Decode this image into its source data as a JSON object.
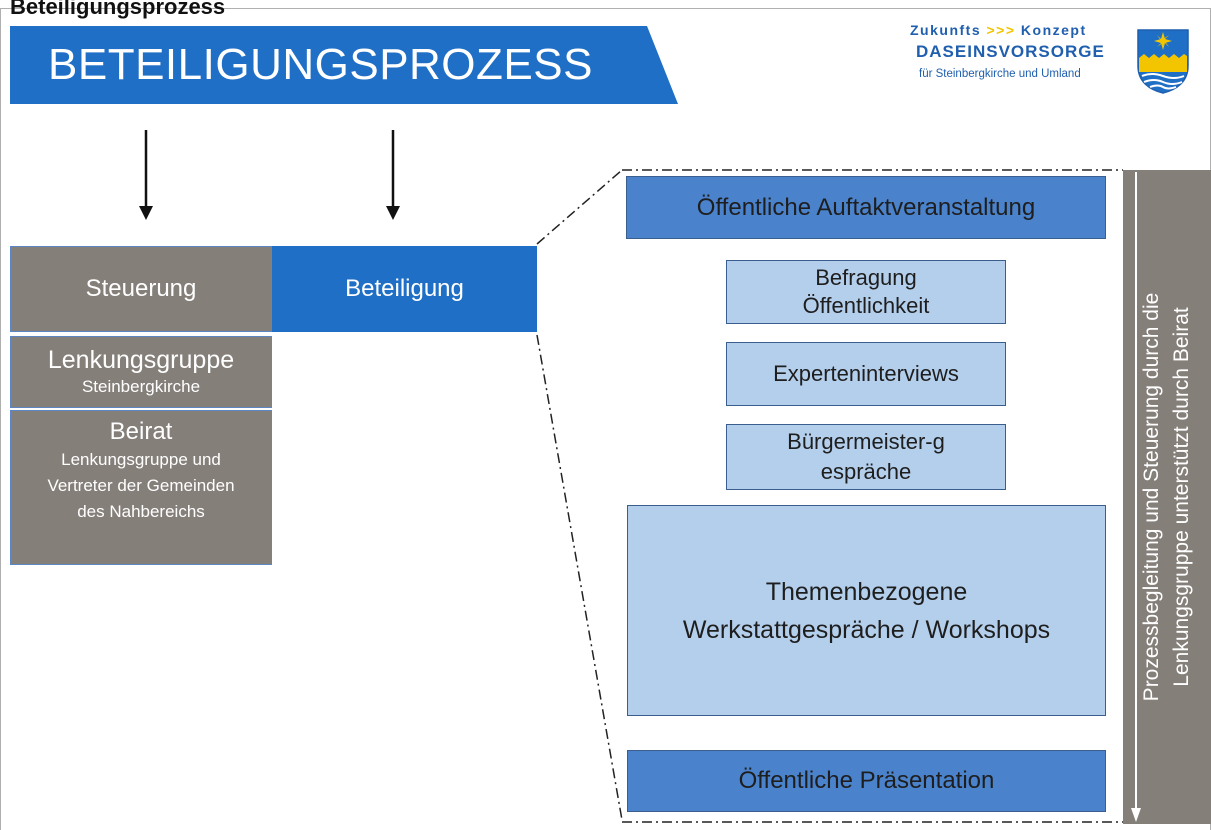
{
  "page": {
    "top_title": "Beteiligungsprozess",
    "banner_title": "BETEILIGUNGSPROZESS"
  },
  "logo": {
    "line1_prefix": "Zukunfts",
    "line1_arrows": ">>>",
    "line1_suffix": "Konzept",
    "line2": "DASEINSVORSORGE",
    "line3": "für Steinbergkirche und Umland",
    "crest_icon": "coat-of-arms-icon"
  },
  "left": {
    "steuerung": "Steuerung",
    "beteiligung": "Beteiligung",
    "lenkungsgruppe_title": "Lenkungsgruppe",
    "lenkungsgruppe_sub": "Steinbergkirche",
    "beirat_title": "Beirat",
    "beirat_sub": "Lenkungsgruppe und Vertreter der Gemeinden des Nahbereichs"
  },
  "process": {
    "auftakt": "Öffentliche Auftaktveranstaltung",
    "befragung": "Befragung Öffentlichkeit",
    "experten": "Experteninterviews",
    "buergermeister": "Bürgermeister-gespräche",
    "workshops_line1": "Themenbezogene",
    "workshops_line2": "Werkstattgespräche / Workshops",
    "praesentation": "Öffentliche Präsentation"
  },
  "side": {
    "line1": "Prozessbegleitung und Steuerung durch die",
    "line2": "Lenkungsgruppe unterstützt durch Beirat"
  },
  "colors": {
    "primary_blue": "#1f6fc6",
    "mid_blue": "#4a83cc",
    "light_blue": "#b4cfec",
    "grey": "#857f7a",
    "logo_blue": "#1f5fae",
    "logo_yellow": "#f2c500"
  }
}
